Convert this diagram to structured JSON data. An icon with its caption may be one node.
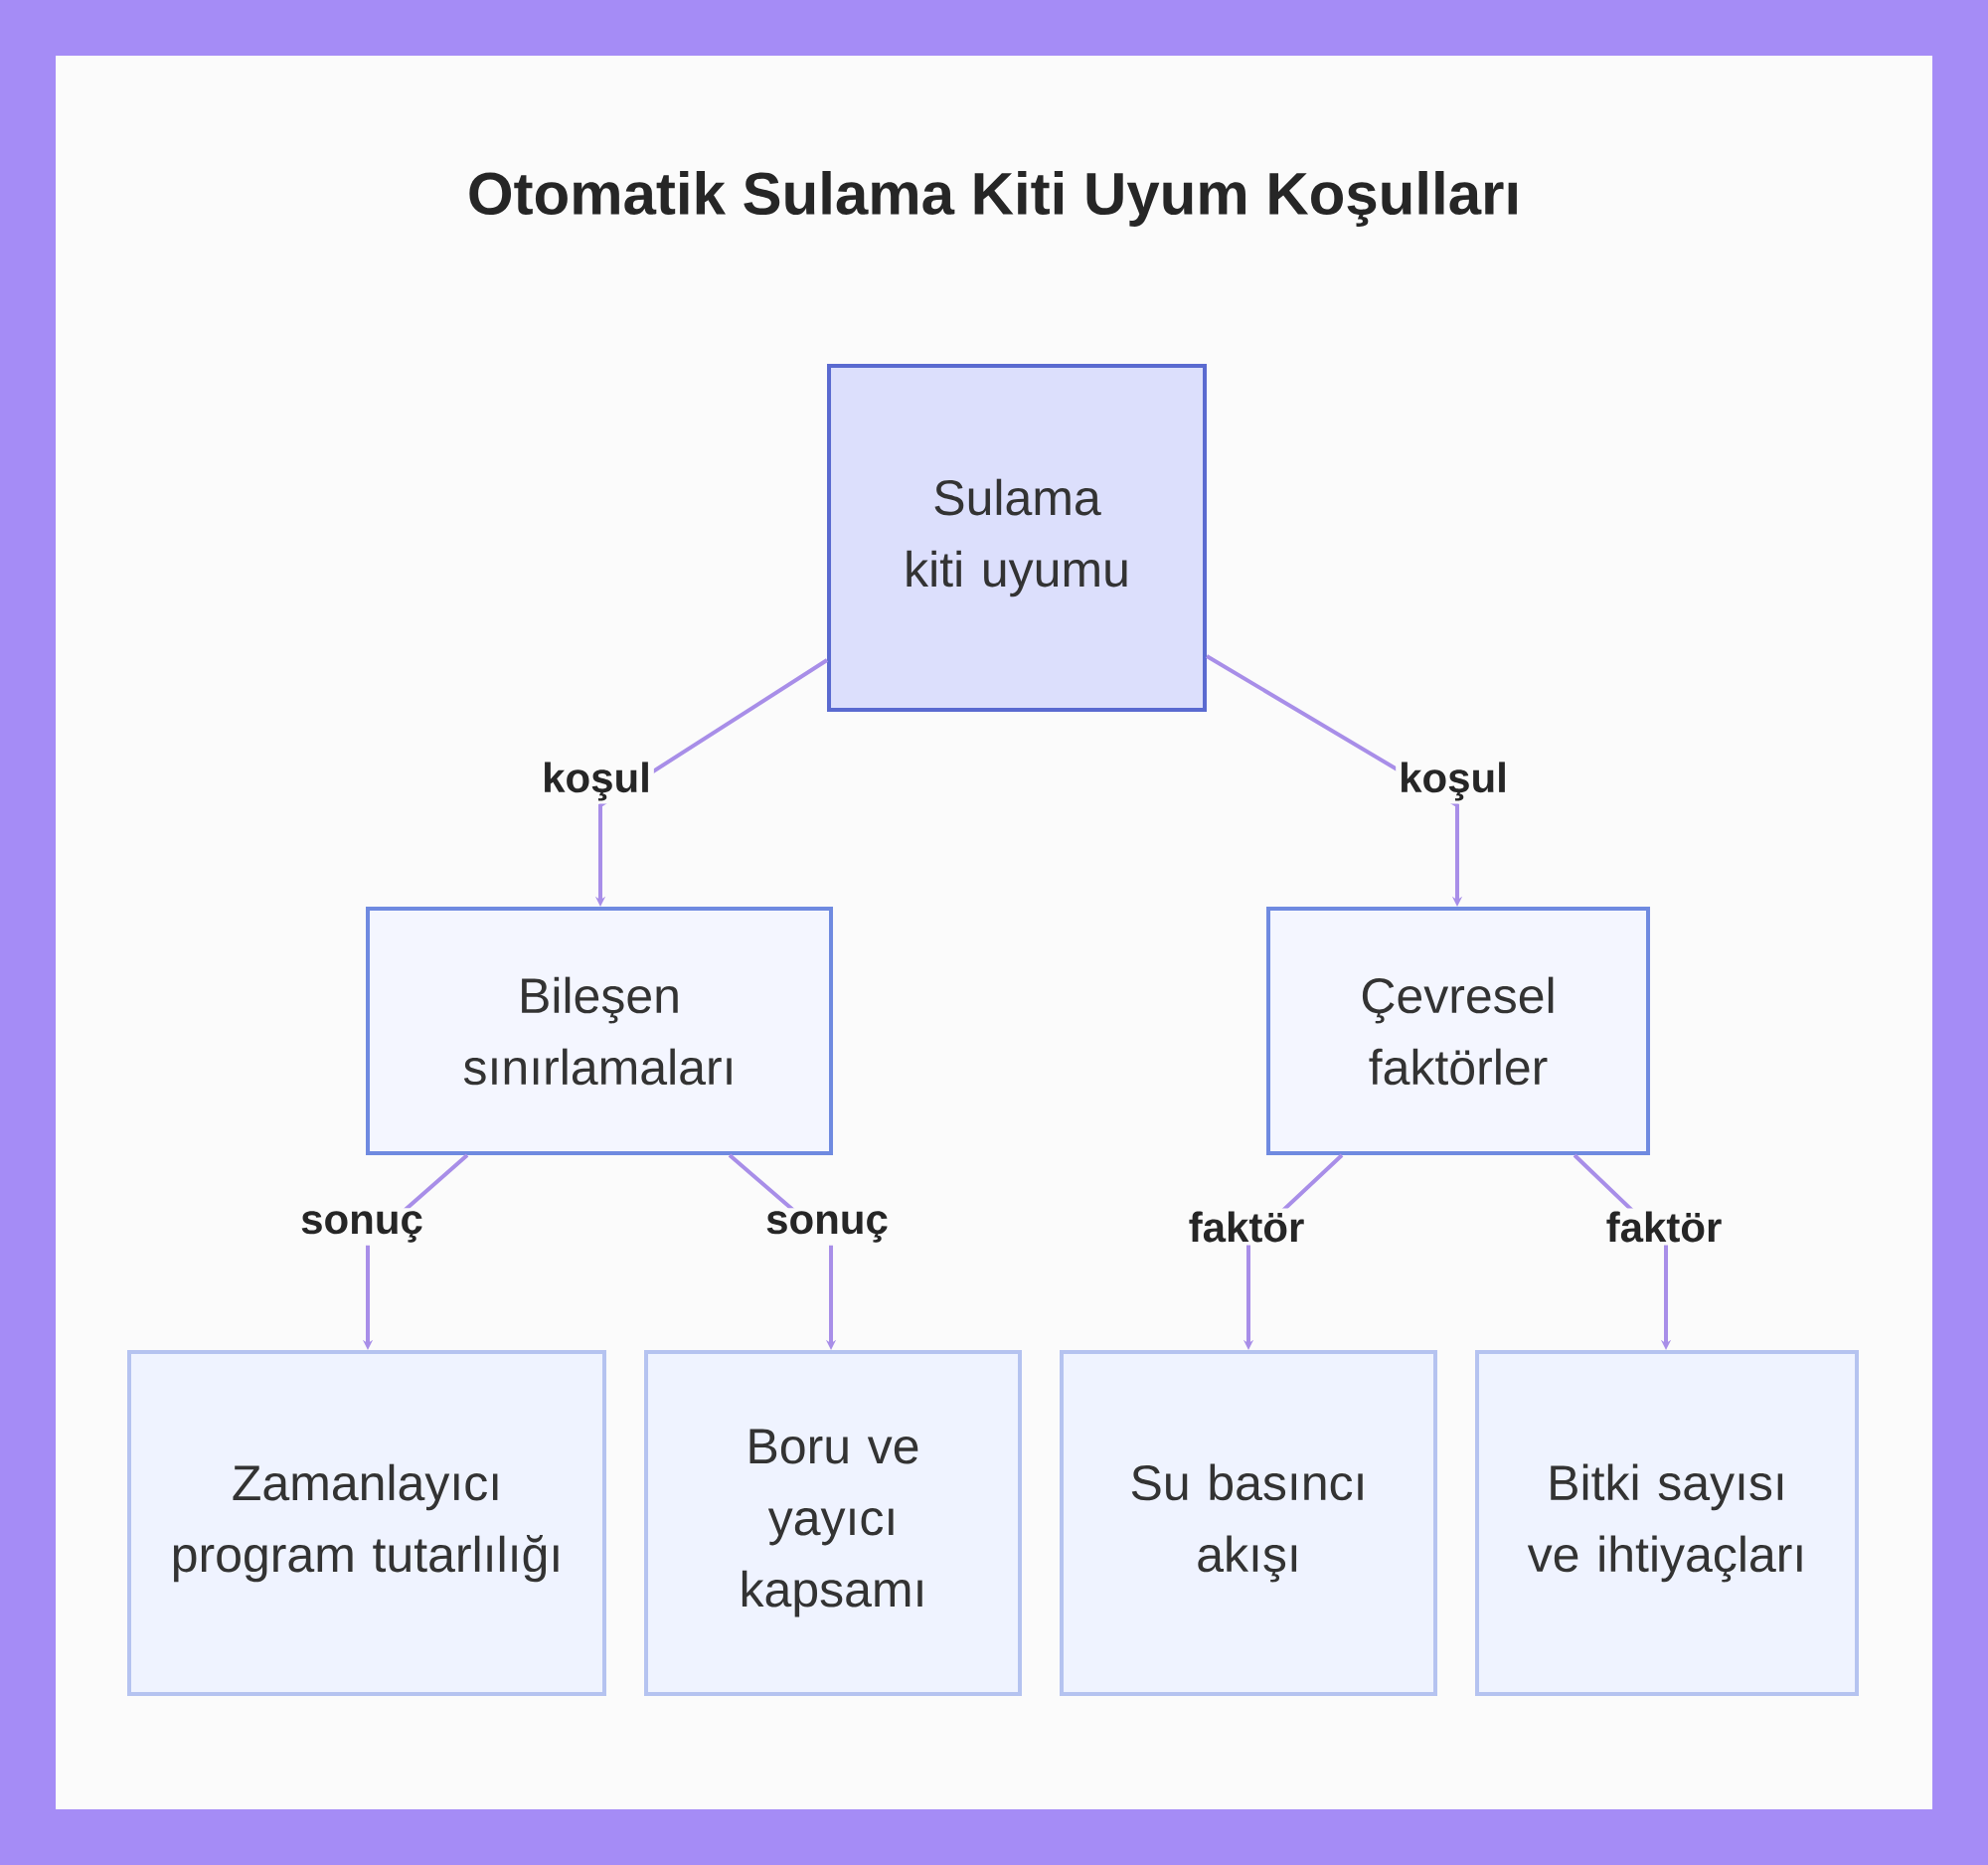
{
  "diagram": {
    "title": "Otomatik Sulama Kiti Uyum Koşulları",
    "nodes": [
      {
        "text": [
          "Sulama kiti uyumu"
        ]
      },
      {
        "text": [
          "Bileşen sınırlamaları"
        ]
      },
      {
        "text": [
          "Çevresel faktörler"
        ]
      },
      {
        "text": [
          "Zamanlayıcı program tutarlılığı"
        ]
      },
      {
        "text": [
          "Boru ve yayıcı kapsamı"
        ]
      },
      {
        "text": [
          "Su basıncı akışı"
        ]
      },
      {
        "text": [
          "Bitki sayısı ve ihtiyaçları"
        ]
      }
    ],
    "edges": [
      {
        "from": 0,
        "to": 1,
        "arrow": "to",
        "label": "koşul"
      },
      {
        "from": 0,
        "to": 2,
        "arrow": "to",
        "label": "koşul"
      },
      {
        "from": 1,
        "to": 3,
        "arrow": "to",
        "label": "sonuç"
      },
      {
        "from": 1,
        "to": 4,
        "arrow": "to",
        "label": "sonuç"
      },
      {
        "from": 2,
        "to": 5,
        "arrow": "to",
        "label": "faktör"
      },
      {
        "from": 2,
        "to": 6,
        "arrow": "to",
        "label": "faktör"
      }
    ]
  }
}
